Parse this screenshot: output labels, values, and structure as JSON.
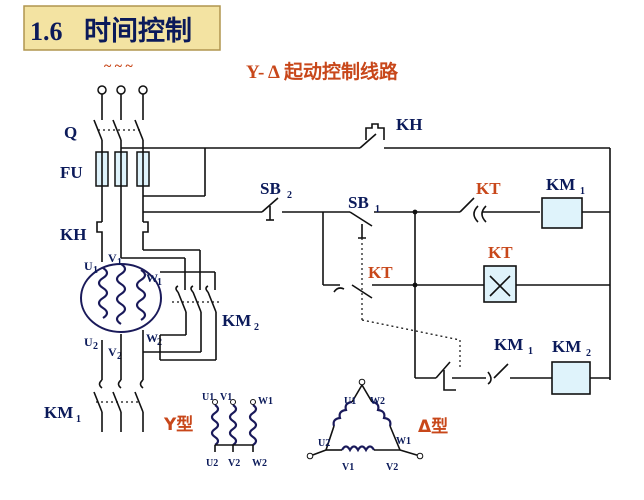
{
  "header": {
    "section": "1.6",
    "title": "时间控制",
    "bg": "#f3e3a2"
  },
  "diagram_title": {
    "prefix": "Y-",
    "delta": "Δ",
    "text": "起动控制线路"
  },
  "power_symbol": "~ ~ ~",
  "labels": {
    "Q": "Q",
    "FU": "FU",
    "KH_left": "KH",
    "KM1_left": "KM",
    "KM1_left_sub": "1",
    "KM2": "KM",
    "KM2_sub": "2",
    "KH_top": "KH",
    "SB2": "SB",
    "SB2_sub": "2",
    "SB1": "SB",
    "SB1_sub": "1",
    "KT_contact": "KT",
    "KT_coil": "KT",
    "KT_mid": "KT",
    "KM1_coil": "KM",
    "KM1_coil_sub": "1",
    "KM1_contact": "KM",
    "KM1_contact_sub": "1",
    "KM2_coil": "KM",
    "KM2_coil_sub": "2"
  },
  "motor_terminals": {
    "U1": "U",
    "U1_sub": "1",
    "V1": "V",
    "V1_sub": "1",
    "W1": "W",
    "W1_sub": "1",
    "U2": "U",
    "U2_sub": "2",
    "V2": "V",
    "V2_sub": "2",
    "W2": "W",
    "W2_sub": "2"
  },
  "y_type": {
    "label": "Y型",
    "top": [
      "U1",
      "V1",
      "W1"
    ],
    "bottom": [
      "U2",
      "V2",
      "W2"
    ]
  },
  "delta_type": {
    "label": "Δ型",
    "terminals": [
      "U1",
      "W2",
      "W1",
      "V2",
      "V1",
      "U2"
    ]
  },
  "colors": {
    "accent_red": "#c8471a",
    "label_blue": "#0b1a5a",
    "coil_fill": "#dff3fb"
  }
}
